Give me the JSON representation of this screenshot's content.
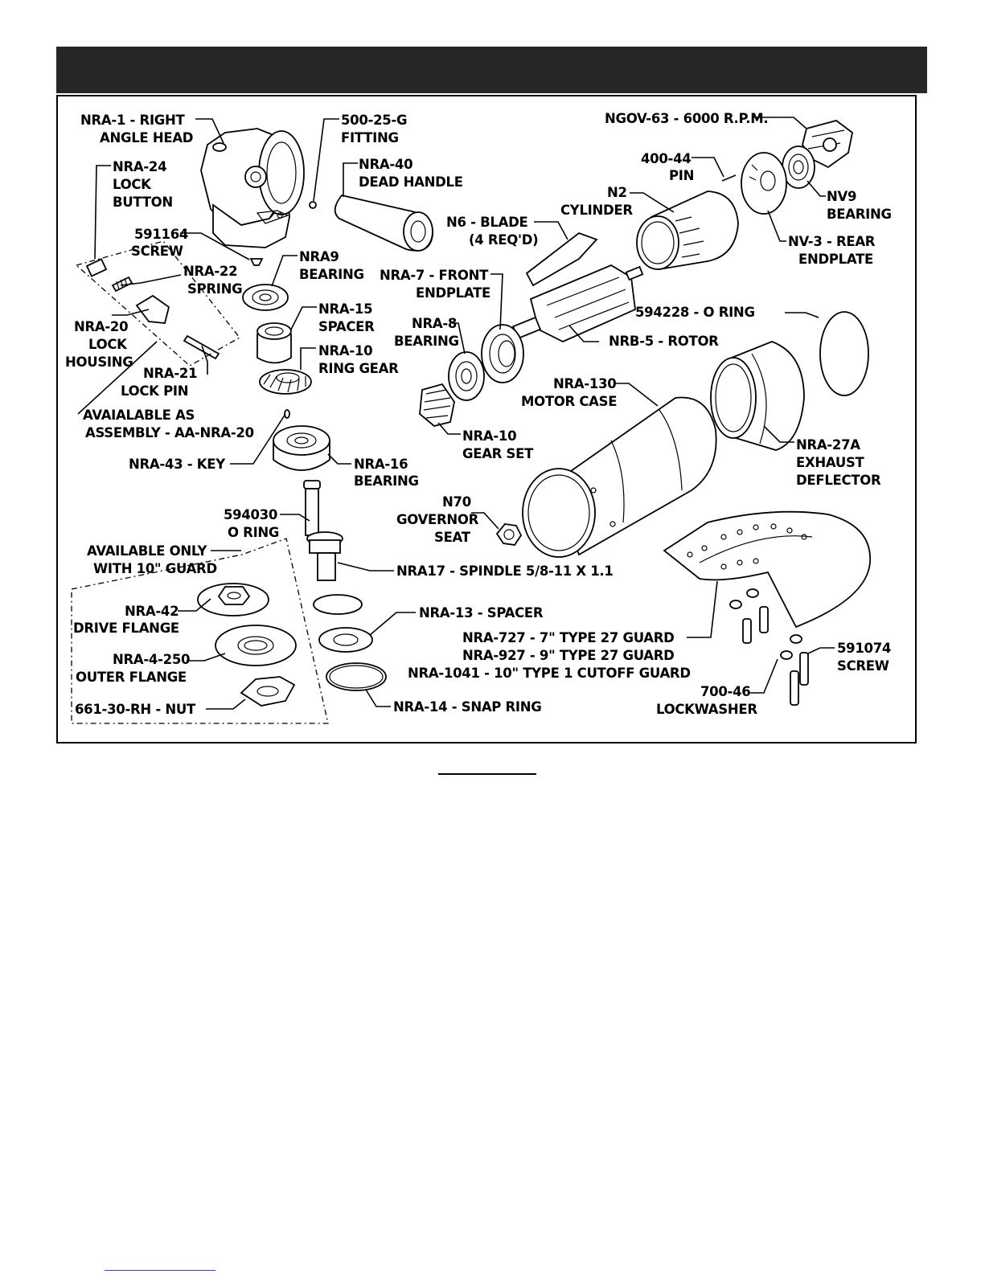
{
  "labels": {
    "nra1_a": "NRA-1 - RIGHT",
    "nra1_b": "ANGLE HEAD",
    "f500_a": "500-25-G",
    "f500_b": "FITTING",
    "nra24_a": "NRA-24",
    "nra24_b": "LOCK",
    "nra24_c": "BUTTON",
    "nra40_a": "NRA-40",
    "nra40_b": "DEAD HANDLE",
    "ngov_a": "NGOV-63 - 6000 R.P.M.",
    "pin_a": "400-44",
    "pin_b": "PIN",
    "nv9_a": "NV9",
    "nv9_b": "BEARING",
    "n2_a": "N2",
    "n2_b": "CYLINDER",
    "n6_a": "N6 - BLADE",
    "n6_b": "(4 REQ'D)",
    "nv3_a": "NV-3 - REAR",
    "nv3_b": "ENDPLATE",
    "s591164_a": "591164",
    "s591164_b": "SCREW",
    "nra9_a": "NRA9",
    "nra9_b": "BEARING",
    "nra22_a": "NRA-22",
    "nra22_b": "SPRING",
    "nra7_a": "NRA-7 - FRONT",
    "nra7_b": "ENDPLATE",
    "o594228_a": "594228 - O RING",
    "nra20_a": "NRA-20",
    "nra20_b": "LOCK",
    "nra20_c": "HOUSING",
    "nra15_a": "NRA-15",
    "nra15_b": "SPACER",
    "nra8_a": "NRA-8",
    "nra8_b": "BEARING",
    "nrb5_a": "NRB-5 - ROTOR",
    "nra10r_a": "NRA-10",
    "nra10r_b": "RING GEAR",
    "nra21_a": "NRA-21",
    "nra21_b": "LOCK PIN",
    "nra130_a": "NRA-130",
    "nra130_b": "MOTOR CASE",
    "avail_a": "AVAIALABLE AS",
    "avail_b": "ASSEMBLY - AA-NRA-20",
    "nra10g_a": "NRA-10",
    "nra10g_b": "GEAR SET",
    "nra27a_a": "NRA-27A",
    "nra27a_b": "EXHAUST",
    "nra27a_c": "DEFLECTOR",
    "nra43_a": "NRA-43 - KEY",
    "nra16_a": "NRA-16",
    "nra16_b": "BEARING",
    "o594030_a": "594030",
    "o594030_b": "O RING",
    "n70_a": "N70",
    "n70_b": "GOVERNOR",
    "n70_c": "SEAT",
    "only_a": "AVAILABLE ONLY",
    "only_b": "WITH 10\" GUARD",
    "nra17_a": "NRA17 - SPINDLE 5/8-11 X 1.1",
    "nra42_a": "NRA-42",
    "nra42_b": "DRIVE FLANGE",
    "nra13_a": "NRA-13 - SPACER",
    "guard727": "NRA-727 - 7\" TYPE 27 GUARD",
    "guard927": "NRA-927 - 9\" TYPE 27 GUARD",
    "guard1041": "NRA-1041 - 10\" TYPE 1 CUTOFF GUARD",
    "nra4250_a": "NRA-4-250",
    "nra4250_b": "OUTER FLANGE",
    "s591074_a": "591074",
    "s591074_b": "SCREW",
    "nut_a": "661-30-RH - NUT",
    "lw_a": "700-46",
    "lw_b": "LOCKWASHER",
    "nra14_a": "NRA-14 - SNAP RING"
  }
}
